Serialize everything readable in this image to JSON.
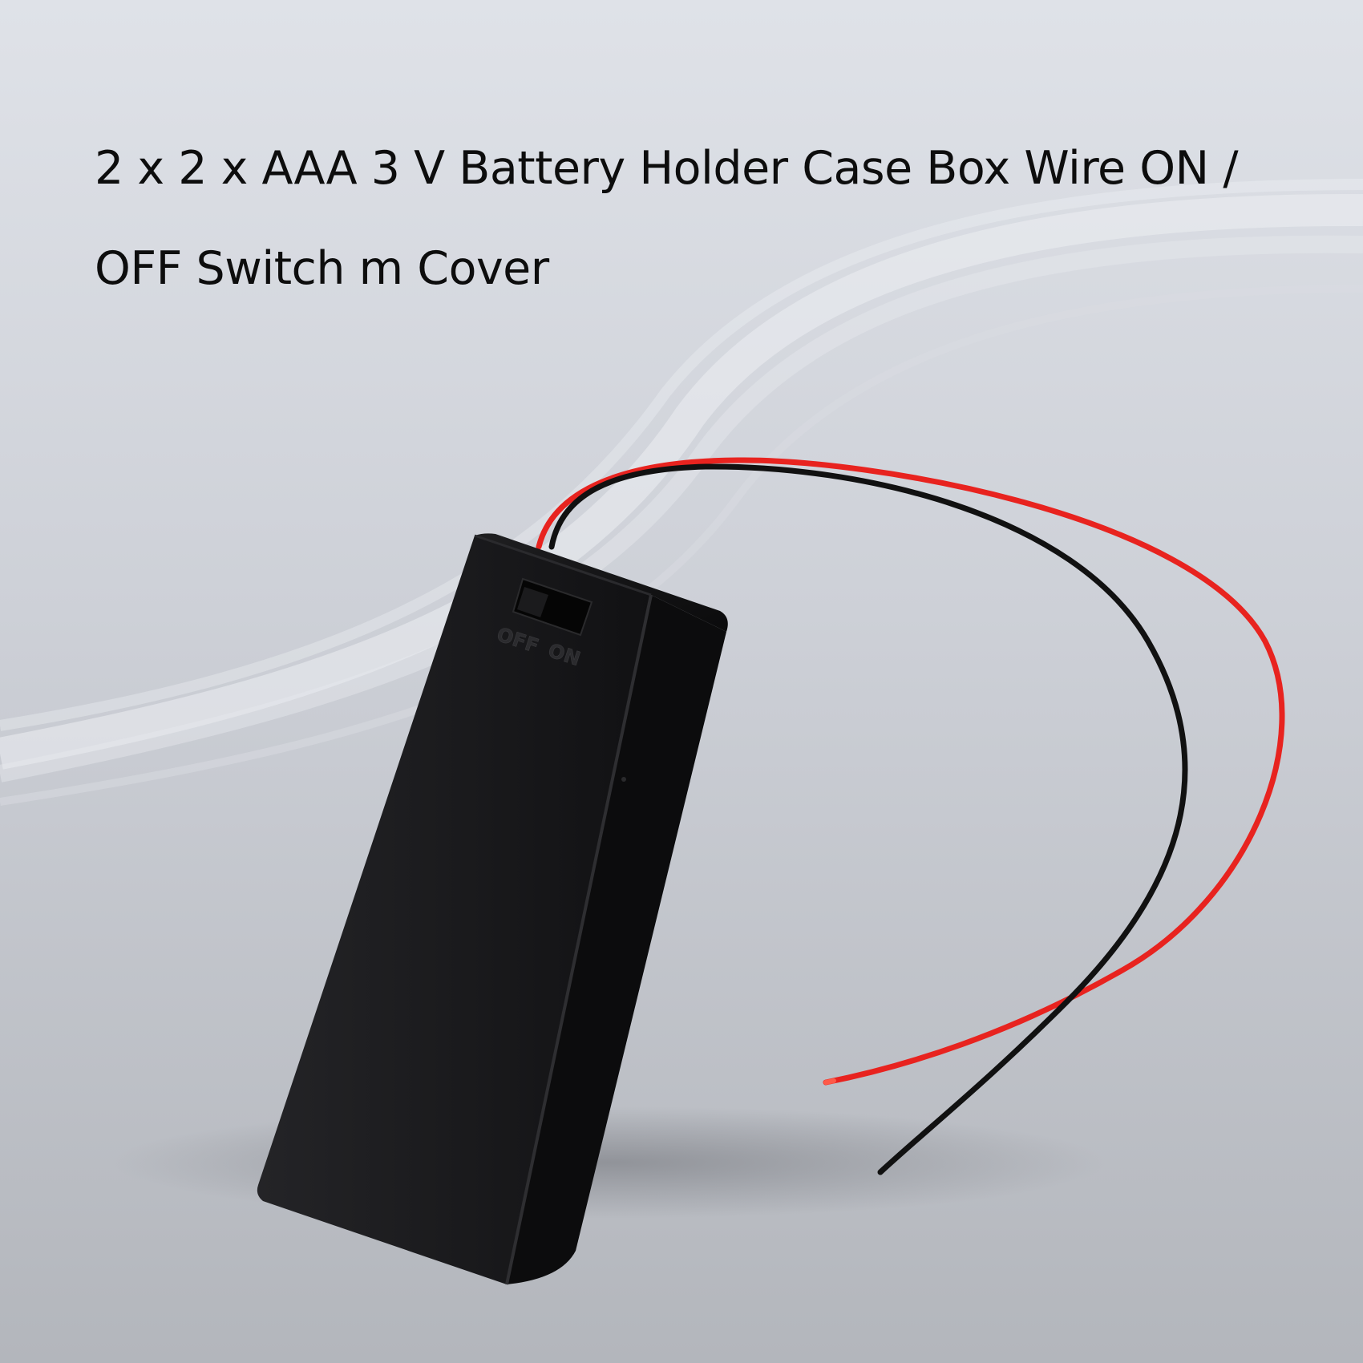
{
  "title": {
    "line1": "2 x 2 x AAA 3 V Battery Holder Case Box Wire ON /",
    "line2": "OFF Switch m Cover"
  },
  "product": {
    "switch_off_label": "OFF",
    "switch_on_label": "ON",
    "case_color": "#0e0e0f",
    "wire_red_color": "#e8231f",
    "wire_black_color": "#111111"
  },
  "background": {
    "top_color": "#dde0e7",
    "bottom_color": "#b6b9bf"
  }
}
